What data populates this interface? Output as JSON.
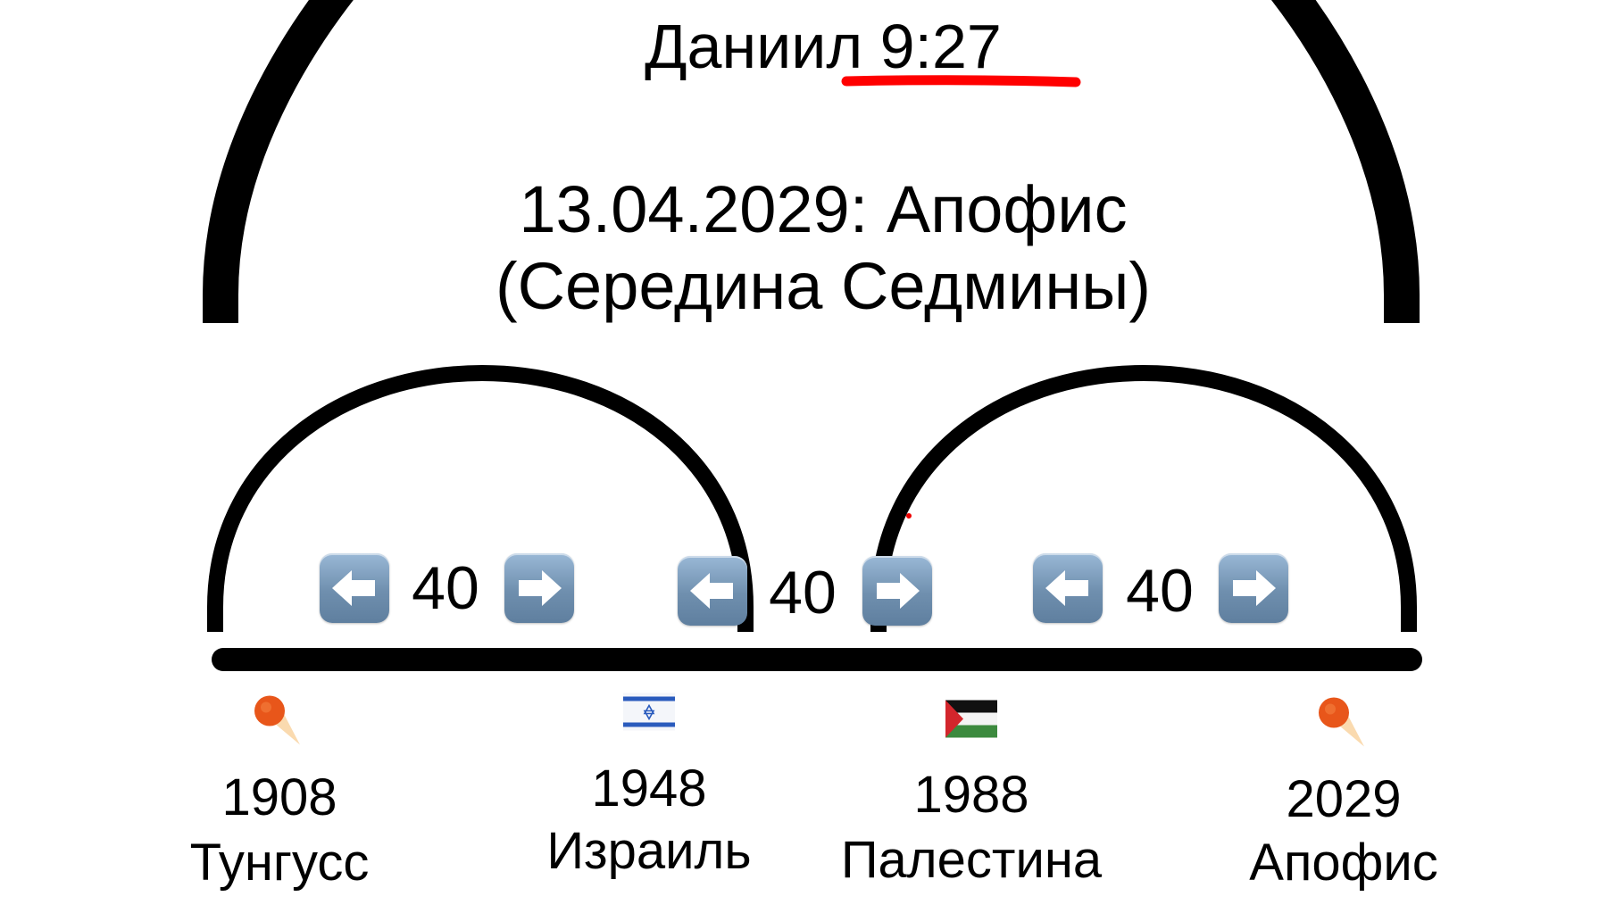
{
  "header": {
    "title": "Даниил 9:27",
    "title_underline_color": "#ff0000",
    "event_line1": "13.04.2029: Апофис",
    "event_line2": "(Середина Седмины)"
  },
  "periods": [
    {
      "value": "40",
      "left_icon": "left-arrow-icon",
      "right_icon": "right-arrow-icon"
    },
    {
      "value": "40",
      "left_icon": "left-arrow-icon",
      "right_icon": "right-arrow-icon"
    },
    {
      "value": "40",
      "left_icon": "left-arrow-icon",
      "right_icon": "right-arrow-icon"
    }
  ],
  "events": [
    {
      "year": "1908",
      "name": "Тунгусс",
      "icon": "comet-icon"
    },
    {
      "year": "1948",
      "name": "Израиль",
      "icon": "israel-flag-icon"
    },
    {
      "year": "1988",
      "name": "Палестина",
      "icon": "palestine-flag-icon"
    },
    {
      "year": "2029",
      "name": "Апофис",
      "icon": "comet-icon"
    }
  ],
  "colors": {
    "line": "#000000",
    "accent": "#ff0000",
    "arrow_button": "#6f8fae"
  }
}
